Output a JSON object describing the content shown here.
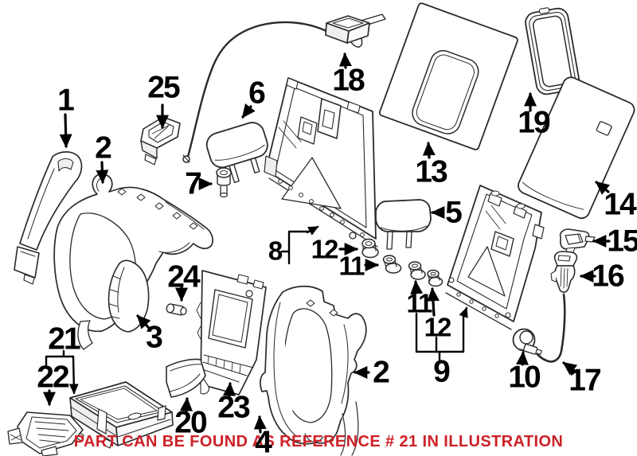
{
  "caption": {
    "text": "PART CAN BE FOUND AS REFERENCE # 21 IN ILLUSTRATION",
    "color": "#cc2127"
  },
  "palette": {
    "background": "#ffffff",
    "line_color": "#2a2a2a",
    "label_color": "#000000",
    "caption_red": "#cc2127",
    "shade_gray": "#efefef"
  },
  "labels": {
    "l1": {
      "text": "1"
    },
    "l2_left": {
      "text": "2"
    },
    "l25": {
      "text": "25"
    },
    "l6": {
      "text": "6"
    },
    "l7": {
      "text": "7"
    },
    "l18": {
      "text": "18"
    },
    "l13": {
      "text": "13"
    },
    "l19": {
      "text": "19"
    },
    "l14": {
      "text": "14"
    },
    "l5": {
      "text": "5"
    },
    "l8": {
      "text": "8"
    },
    "l12_upper": {
      "text": "12"
    },
    "l11_upper": {
      "text": "11"
    },
    "l11_lower": {
      "text": "11"
    },
    "l12_lower": {
      "text": "12"
    },
    "l9": {
      "text": "9"
    },
    "l10": {
      "text": "10"
    },
    "l15": {
      "text": "15"
    },
    "l16": {
      "text": "16"
    },
    "l17": {
      "text": "17"
    },
    "l3": {
      "text": "3"
    },
    "l24": {
      "text": "24"
    },
    "l23": {
      "text": "23"
    },
    "l20": {
      "text": "20"
    },
    "l21": {
      "text": "21"
    },
    "l22": {
      "text": "22"
    },
    "l2_right": {
      "text": "2"
    },
    "l4": {
      "text": "4"
    }
  }
}
